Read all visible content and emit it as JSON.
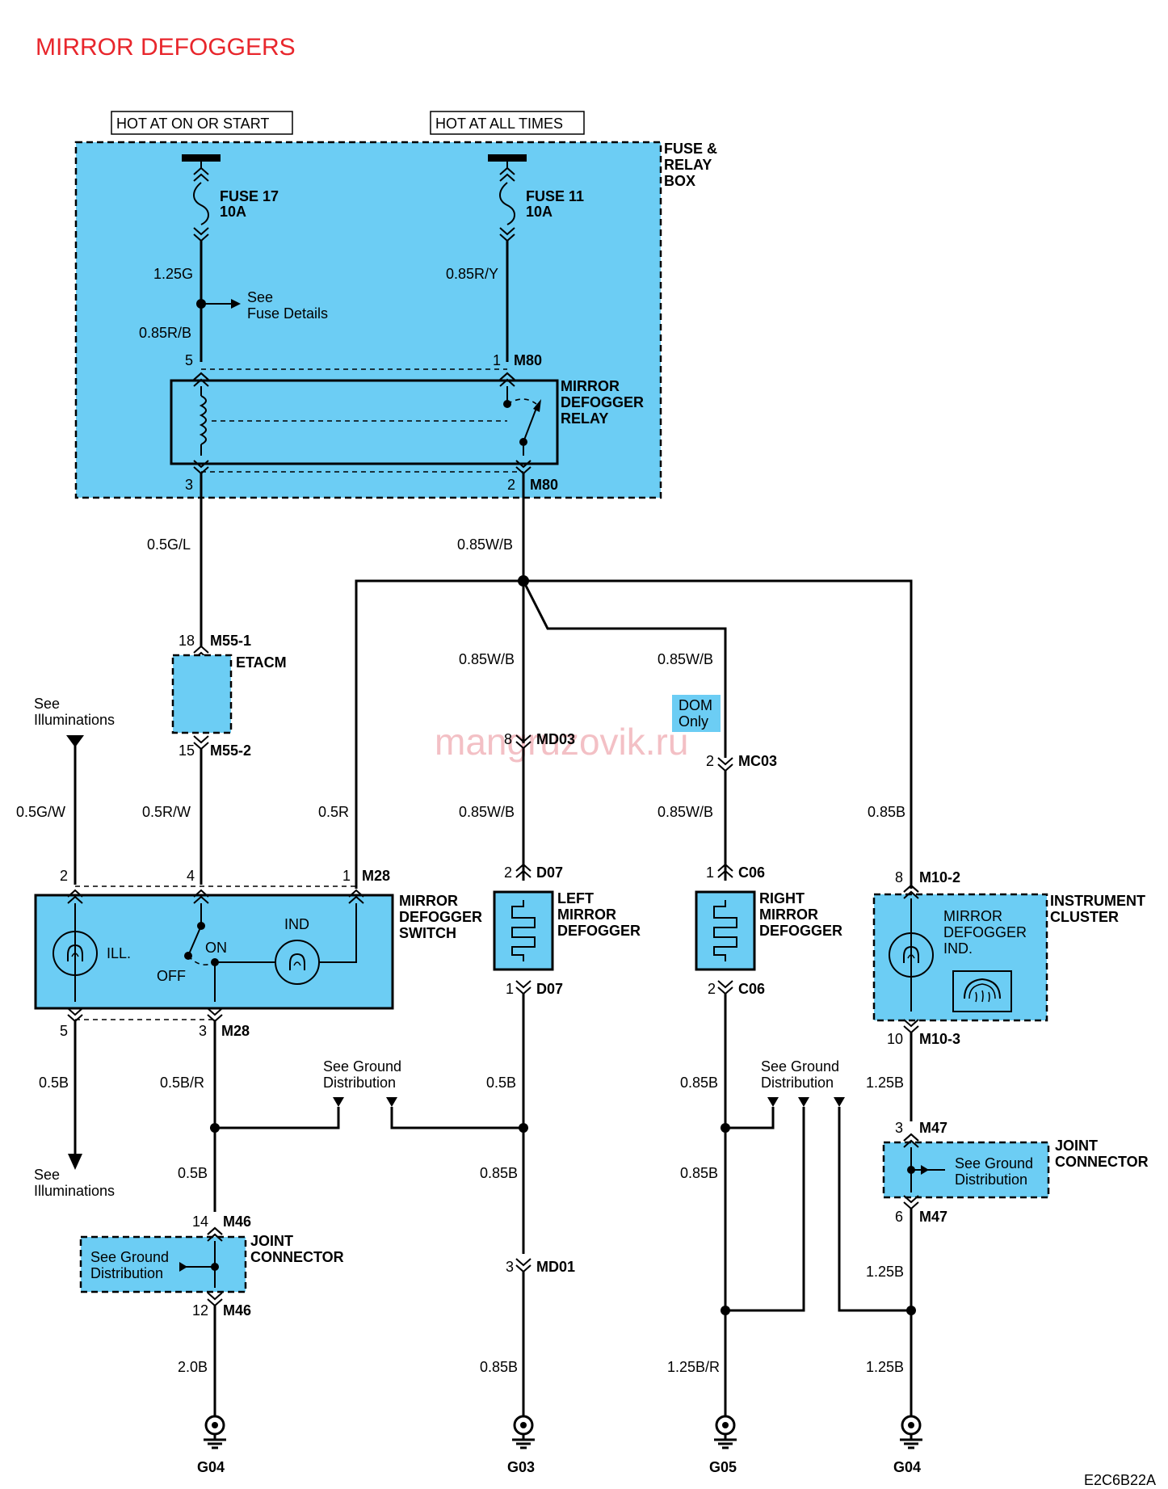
{
  "title": "MIRROR DEFOGGERS",
  "colors": {
    "title": "#e8262c",
    "component_fill": "#6ccdf4",
    "line": "#000000",
    "watermark": "#f1b6bc"
  },
  "watermark": "mangruzovik.ru",
  "figure_code": "E2C6B22A",
  "power": {
    "hot_on_start": "HOT AT ON OR START",
    "hot_all_times": "HOT AT ALL TIMES"
  },
  "fuse_box": {
    "label_line1": "FUSE &",
    "label_line2": "RELAY",
    "label_line3": "BOX",
    "fuse17_name": "FUSE 17",
    "fuse17_rating": "10A",
    "fuse11_name": "FUSE 11",
    "fuse11_rating": "10A",
    "see_fuse_line1": "See",
    "see_fuse_line2": "Fuse Details"
  },
  "relay": {
    "label_line1": "MIRROR",
    "label_line2": "DEFOGGER",
    "label_line3": "RELAY",
    "pin5": "5",
    "pin1": "1",
    "pin3": "3",
    "pin2": "2",
    "conn_top": "M80",
    "conn_bottom": "M80"
  },
  "wires": {
    "w_125g": "1.25G",
    "w_085ry": "0.85R/Y",
    "w_085rb": "0.85R/B",
    "w_05gl": "0.5G/L",
    "w_085wb_main": "0.85W/B",
    "w_085wb_left1": "0.85W/B",
    "w_085wb_right1": "0.85W/B",
    "w_05gw": "0.5G/W",
    "w_05rw": "0.5R/W",
    "w_05r": "0.5R",
    "w_085wb_left2": "0.85W/B",
    "w_085wb_right2": "0.85W/B",
    "w_085b_ic": "0.85B",
    "w_05b_ill": "0.5B",
    "w_05br": "0.5B/R",
    "w_05b_left": "0.5B",
    "w_085b_right": "0.85B",
    "w_125b_ic": "1.25B",
    "w_05b_m46": "0.5B",
    "w_085b_md01a": "0.85B",
    "w_085b_right2": "0.85B",
    "w_125b_m47": "1.25B",
    "w_20b": "2.0B",
    "w_085b_g03": "0.85B",
    "w_125br": "1.25B/R",
    "w_125b_g04": "1.25B"
  },
  "etacm": {
    "label": "ETACM",
    "pin_top": "18",
    "conn_top": "M55-1",
    "pin_bottom": "15",
    "conn_bottom": "M55-2"
  },
  "see_illum_top_line1": "See",
  "see_illum_top_line2": "Illuminations",
  "see_illum_bottom_line1": "See",
  "see_illum_bottom_line2": "Illuminations",
  "switch": {
    "label_line1": "MIRROR",
    "label_line2": "DEFOGGER",
    "label_line3": "SWITCH",
    "ill": "ILL.",
    "ind": "IND",
    "on": "ON",
    "off": "OFF",
    "pin2": "2",
    "pin4": "4",
    "pin1": "1",
    "conn_top": "M28",
    "pin5": "5",
    "pin3": "3",
    "conn_bottom": "M28"
  },
  "connectors": {
    "md03_pin": "8",
    "md03": "MD03",
    "mc03_pin": "2",
    "mc03": "MC03",
    "md01_pin": "3",
    "md01": "MD01"
  },
  "dom_only_line1": "DOM",
  "dom_only_line2": "Only",
  "left_defogger": {
    "label_line1": "LEFT",
    "label_line2": "MIRROR",
    "label_line3": "DEFOGGER",
    "pin_top": "2",
    "conn_top": "D07",
    "pin_bottom": "1",
    "conn_bottom": "D07"
  },
  "right_defogger": {
    "label_line1": "RIGHT",
    "label_line2": "MIRROR",
    "label_line3": "DEFOGGER",
    "pin_top": "1",
    "conn_top": "C06",
    "pin_bottom": "2",
    "conn_bottom": "C06"
  },
  "cluster": {
    "label_line1": "INSTRUMENT",
    "label_line2": "CLUSTER",
    "ind_line1": "MIRROR",
    "ind_line2": "DEFOGGER",
    "ind_line3": "IND.",
    "pin_top": "8",
    "conn_top": "M10-2",
    "pin_bottom": "10",
    "conn_bottom": "M10-3"
  },
  "see_ground_left_line1": "See Ground",
  "see_ground_left_line2": "Distribution",
  "see_ground_right_line1": "See Ground",
  "see_ground_right_line2": "Distribution",
  "joint_m46": {
    "label_line1": "JOINT",
    "label_line2": "CONNECTOR",
    "see_line1": "See Ground",
    "see_line2": "Distribution",
    "pin_top": "14",
    "conn_top": "M46",
    "pin_bottom": "12",
    "conn_bottom": "M46"
  },
  "joint_m47": {
    "label_line1": "JOINT",
    "label_line2": "CONNECTOR",
    "see_line1": "See Ground",
    "see_line2": "Distribution",
    "pin_top": "3",
    "conn_top": "M47",
    "pin_bottom": "6",
    "conn_bottom": "M47"
  },
  "grounds": {
    "g04a": "G04",
    "g03": "G03",
    "g05": "G05",
    "g04b": "G04"
  }
}
